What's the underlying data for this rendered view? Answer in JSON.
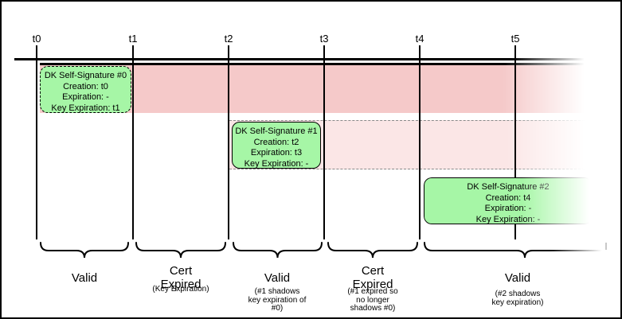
{
  "timeline": {
    "ticks": [
      "t0",
      "t1",
      "t2",
      "t3",
      "t4",
      "t5"
    ]
  },
  "signatures": [
    {
      "title": "DK Self-Signature #0",
      "creation": "Creation: t0",
      "expiration": "Expiration: -",
      "key_expiration": "Key Expiration: t1"
    },
    {
      "title": "DK Self-Signature #1",
      "creation": "Creation: t2",
      "expiration": "Expiration: t3",
      "key_expiration": "Key Expiration: -"
    },
    {
      "title": "DK Self-Signature #2",
      "creation": "Creation: t4",
      "expiration": "Expiration: -",
      "key_expiration": "Key Expiration: -"
    }
  ],
  "segments": [
    {
      "label_lines": [
        "Valid"
      ],
      "note_lines": []
    },
    {
      "label_lines": [
        "Cert",
        "Expired"
      ],
      "note_lines": [
        "(Key Expiration)"
      ]
    },
    {
      "label_lines": [
        "Valid"
      ],
      "note_lines": [
        "(#1 shadows",
        "key expiration of",
        "#0)"
      ]
    },
    {
      "label_lines": [
        "Cert",
        "Expired"
      ],
      "note_lines": [
        "(#1 expired so",
        "no longer",
        "shadows #0)"
      ]
    },
    {
      "label_lines": [
        "Valid"
      ],
      "note_lines": [
        "(#2 shadows",
        "key expiration)"
      ]
    }
  ],
  "colors": {
    "signature_fill": "#a6f6a6",
    "expired_band_fill": "#f5c9c9",
    "shadow_band_fill": "#fbe6e6",
    "line": "#000000"
  }
}
